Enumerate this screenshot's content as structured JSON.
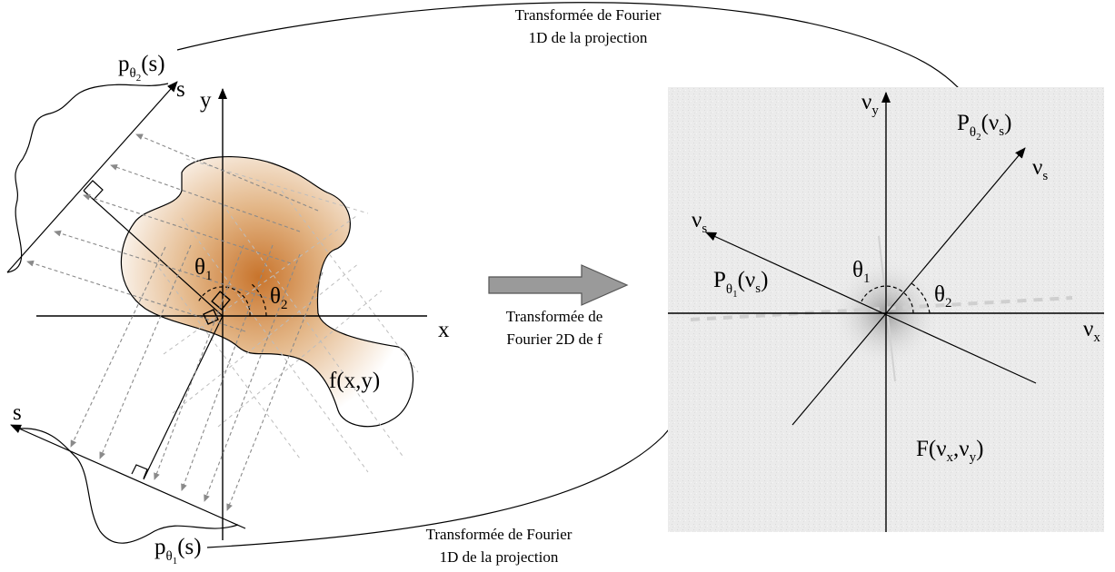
{
  "left_panel": {
    "axis_x": "x",
    "axis_y": "y",
    "function_label": "f(x,y)",
    "theta1": {
      "main": "θ",
      "sub": "1"
    },
    "theta2": {
      "main": "θ",
      "sub": "2"
    },
    "s_upper": "s",
    "s_lower": "s",
    "proj_upper": {
      "main": "p",
      "sub_main": "θ",
      "sub_sub": "2",
      "arg": "(s)"
    },
    "proj_lower": {
      "main": "p",
      "sub_main": "θ",
      "sub_sub": "1",
      "arg": "(s)"
    }
  },
  "middle": {
    "line1": "Transformée de",
    "line2": "Fourier 2D de f"
  },
  "top_caption": {
    "line1": "Transformée de Fourier",
    "line2": "1D de la projection"
  },
  "bottom_caption": {
    "line1": "Transformée de Fourier",
    "line2": "1D de la projection"
  },
  "right_panel": {
    "axis_x": {
      "main": "ν",
      "sub": "x"
    },
    "axis_y": {
      "main": "ν",
      "sub": "y"
    },
    "nu_s_upper": {
      "main": "ν",
      "sub": "s"
    },
    "nu_s_lower": {
      "main": "ν",
      "sub": "s"
    },
    "theta1": {
      "main": "θ",
      "sub": "1"
    },
    "theta2": {
      "main": "θ",
      "sub": "2"
    },
    "P_upper": {
      "main": "P",
      "sub_main": "θ",
      "sub_sub": "2",
      "arg_open": "(",
      "arg_main": "ν",
      "arg_sub": "s",
      "arg_close": ")"
    },
    "P_lower": {
      "main": "P",
      "sub_main": "θ",
      "sub_sub": "1",
      "arg_open": "(",
      "arg_main": "ν",
      "arg_sub": "s",
      "arg_close": ")"
    },
    "F_label": {
      "open": "F(",
      "a_main": "ν",
      "a_sub": "x",
      "comma": ",",
      "b_main": "ν",
      "b_sub": "y",
      "close": ")"
    }
  }
}
